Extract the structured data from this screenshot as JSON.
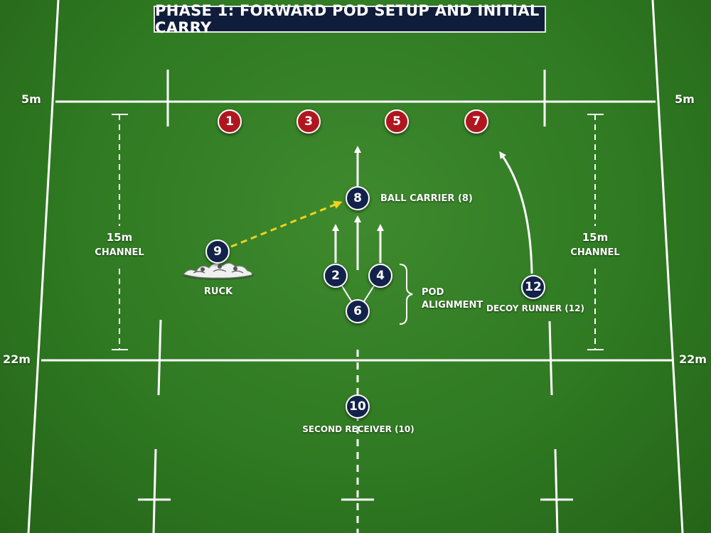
{
  "title": "PHASE 1: FORWARD POD SETUP AND INITIAL CARRY",
  "lines": {
    "five_left": "5m",
    "five_right": "5m",
    "twentytwo_left": "22m",
    "twentytwo_right": "22m"
  },
  "channels": {
    "left": {
      "top": "15m",
      "bottom": "CHANNEL"
    },
    "right": {
      "top": "15m",
      "bottom": "CHANNEL"
    }
  },
  "labels": {
    "ball_carrier": "BALL CARRIER (8)",
    "ruck": "RUCK",
    "pod_top": "POD",
    "pod_bottom": "ALIGNMENT",
    "decoy": "DECOY RUNNER (12)",
    "second_receiver": "SECOND RECEIVER (10)"
  },
  "defenders": [
    "1",
    "3",
    "5",
    "7"
  ],
  "attackers": {
    "scrum_half": "9",
    "ball_carrier": "8",
    "pod_left": "2",
    "pod_right": "4",
    "pod_back": "6",
    "decoy": "12",
    "fly_half": "10"
  },
  "colors": {
    "pitch": "#2f7a22",
    "attack": "#13224a",
    "defence": "#b01620",
    "pass": "#f2d21b",
    "line": "#ffffff"
  }
}
